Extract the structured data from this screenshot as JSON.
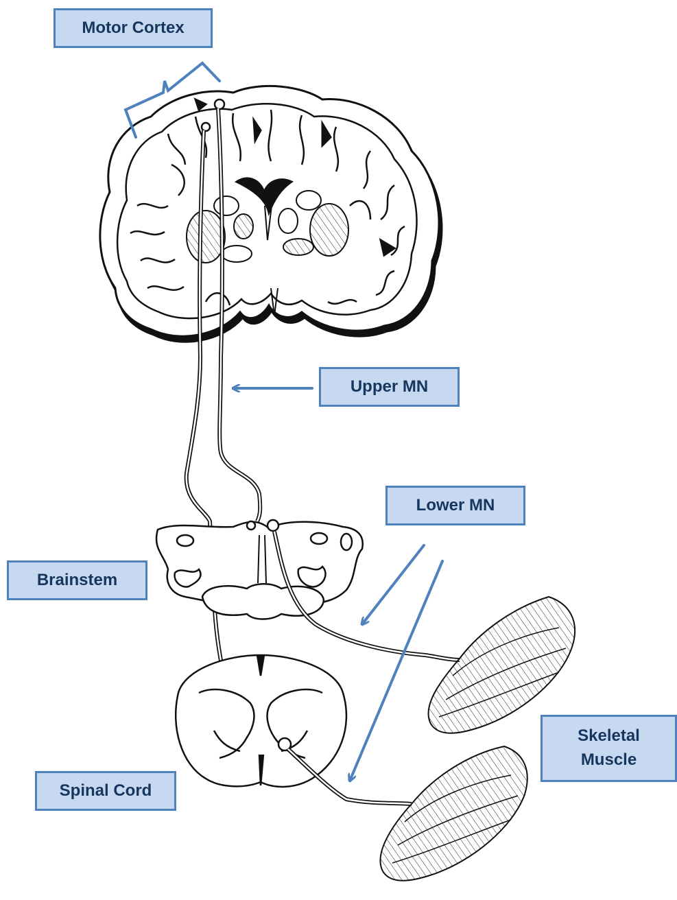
{
  "labels": {
    "motor_cortex": "Motor Cortex",
    "upper_mn": "Upper MN",
    "lower_mn": "Lower MN",
    "brainstem": "Brainstem",
    "skeletal_muscle_line1": "Skeletal",
    "skeletal_muscle_line2": "Muscle",
    "spinal_cord": "Spinal Cord"
  },
  "colors": {
    "label_fill": "#c6d9f1",
    "label_border": "#4f81bd",
    "label_text": "#17365d",
    "arrow": "#4f81bd",
    "ink": "#111111"
  }
}
